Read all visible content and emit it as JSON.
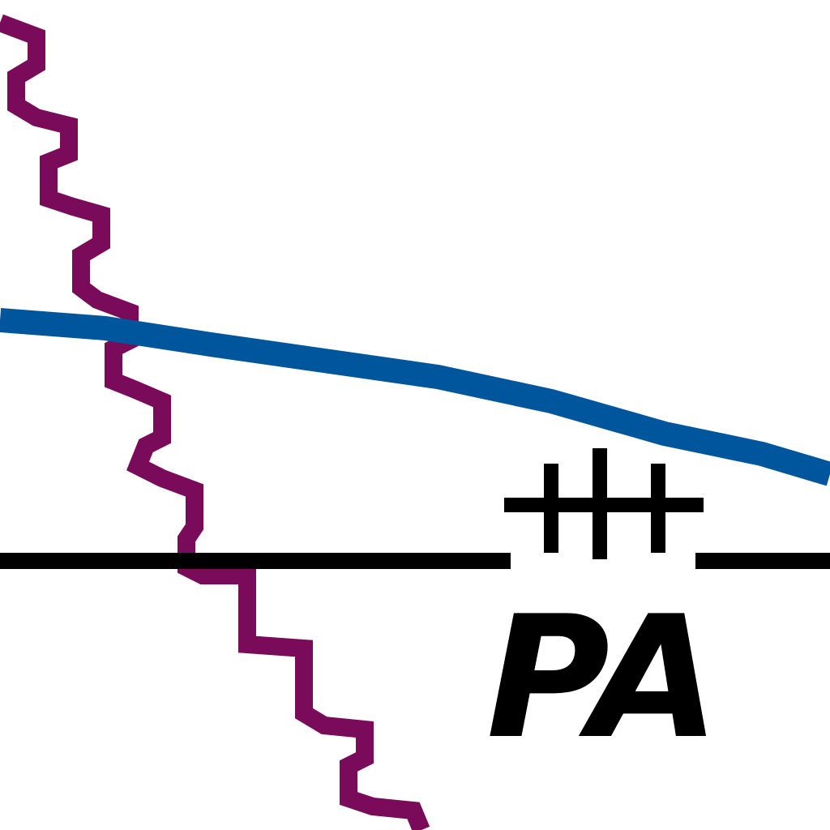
{
  "map": {
    "state_label": "PA",
    "colors": {
      "background": "#ffffff",
      "state_boundary": "#000000",
      "river": "#7a0a5a",
      "highway": "#00569c",
      "label": "#000000"
    },
    "features": [
      {
        "kind": "state-boundary",
        "style": "solid with railroad-style tick marks"
      },
      {
        "kind": "river",
        "style": "wavy line"
      },
      {
        "kind": "highway",
        "style": "solid line"
      }
    ]
  }
}
